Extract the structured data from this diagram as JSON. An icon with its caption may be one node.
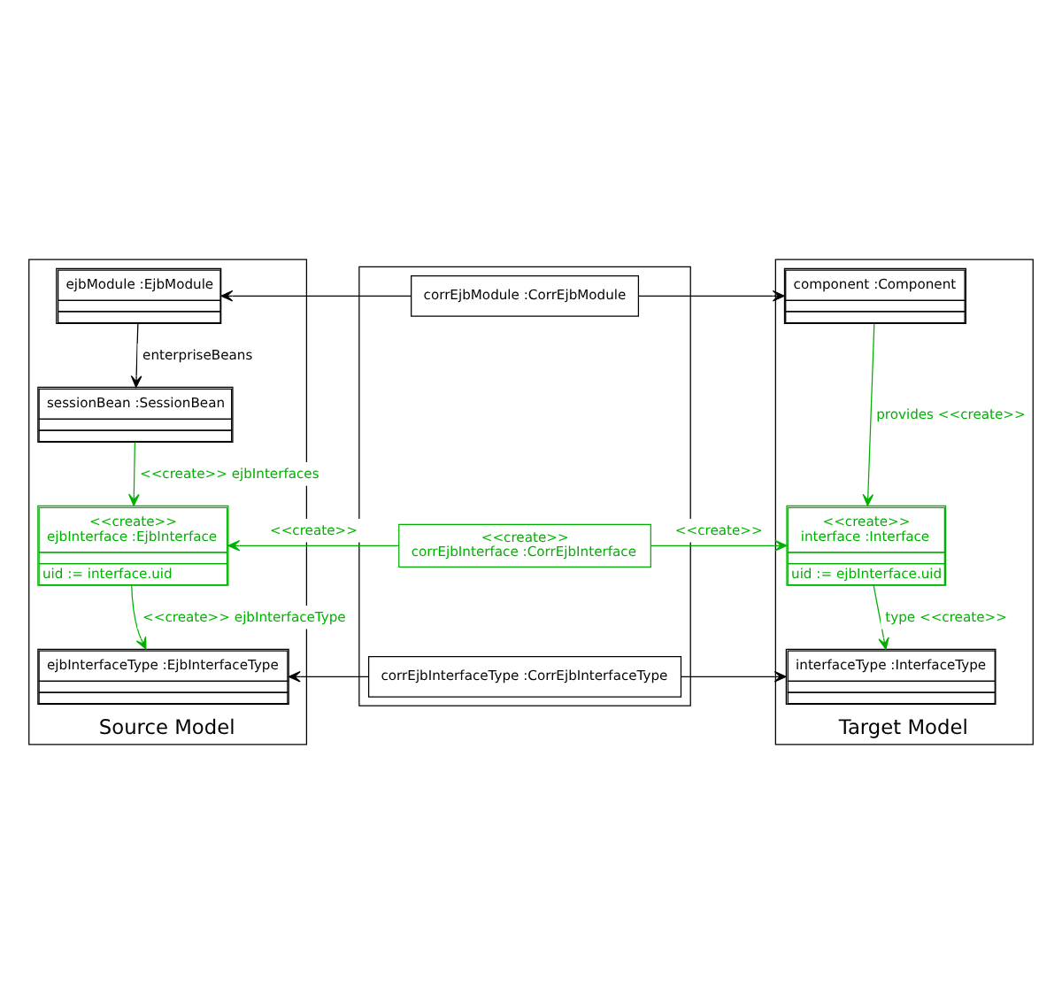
{
  "diagram": {
    "nodes": [
      {
        "text": [
          "Source Model"
        ]
      },
      {
        "text": [
          "ejbModule :EjbModule"
        ],
        "in": 0
      },
      {
        "text": [
          "sessionBean :SessionBean"
        ],
        "in": 0
      },
      {
        "text": [
          "<<create>>",
          "ejbInterface :EjbInterface",
          "uid := interface.uid"
        ],
        "in": 0
      },
      {
        "text": [
          "ejbInterfaceType :EjbInterfaceType"
        ],
        "in": 0
      },
      {
        "text": [],
        "shape": "box"
      },
      {
        "text": [
          "corrEjbModule :CorrEjbModule"
        ],
        "in": 5
      },
      {
        "text": [
          "<<create>>",
          "corrEjbInterface :CorrEjbInterface"
        ],
        "in": 5
      },
      {
        "text": [
          "corrEjbInterfaceType :CorrEjbInterfaceType"
        ],
        "in": 5
      },
      {
        "text": [
          "Target Model"
        ]
      },
      {
        "text": [
          "component :Component"
        ],
        "in": 9
      },
      {
        "text": [
          "<<create>>",
          "interface :Interface",
          "uid := ejbInterface.uid"
        ],
        "in": 9
      },
      {
        "text": [
          "interfaceType :InterfaceType"
        ],
        "in": 9
      }
    ],
    "edges": [
      {
        "from": 6,
        "to": 1,
        "arrow": "to",
        "color": "#000000"
      },
      {
        "from": 6,
        "to": 10,
        "arrow": "to",
        "color": "#000000"
      },
      {
        "from": 1,
        "to": 2,
        "arrow": "to",
        "label": "enterpriseBeans",
        "color": "#000000"
      },
      {
        "from": 2,
        "to": 3,
        "arrow": "to",
        "label": "<<create>> ejbInterfaces",
        "color": "#00b000"
      },
      {
        "from": 7,
        "to": 3,
        "arrow": "to",
        "label": "<<create>>",
        "color": "#00b000"
      },
      {
        "from": 7,
        "to": 11,
        "arrow": "to",
        "label": "<<create>>",
        "color": "#00b000"
      },
      {
        "from": 10,
        "to": 11,
        "arrow": "to",
        "label": "provides <<create>>",
        "color": "#00b000"
      },
      {
        "from": 3,
        "to": 4,
        "arrow": "to",
        "label": "<<create>> ejbInterfaceType",
        "color": "#00b000"
      },
      {
        "from": 11,
        "to": 12,
        "arrow": "to",
        "label": "type <<create>>",
        "color": "#00b000"
      },
      {
        "from": 8,
        "to": 4,
        "arrow": "to",
        "color": "#000000"
      },
      {
        "from": 8,
        "to": 12,
        "arrow": "to",
        "color": "#000000"
      }
    ]
  }
}
